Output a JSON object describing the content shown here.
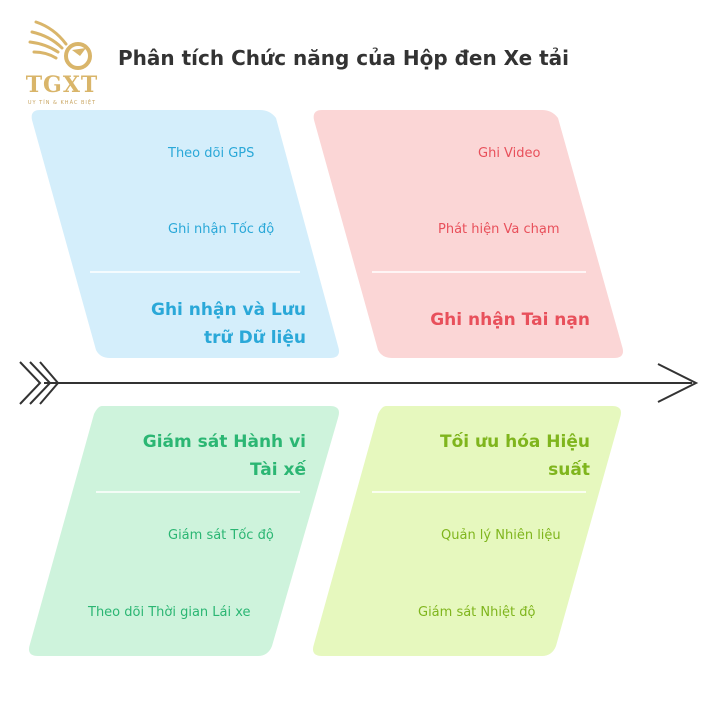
{
  "logo": {
    "text": "TGXT",
    "tagline": "UY TÍN & KHÁC BIỆT"
  },
  "title": "Phân tích Chức năng của Hộp đen Xe tải",
  "categories": {
    "data": {
      "heading": "Ghi nhận và Lưu trữ Dữ liệu",
      "items": [
        "Theo dõi GPS",
        "Ghi nhận Tốc độ"
      ],
      "fill": "#d4eefb",
      "text_color": "#2aa8d8"
    },
    "accident": {
      "heading": "Ghi nhận Tai nạn",
      "items": [
        "Ghi Video",
        "Phát hiện Va chạm"
      ],
      "fill": "#fbd6d6",
      "text_color": "#e8505b"
    },
    "driver": {
      "heading": "Giám sát Hành vi Tài xế",
      "items": [
        "Giám sát Tốc độ",
        "Theo dõi Thời gian Lái xe"
      ],
      "fill": "#cef3dc",
      "text_color": "#2bb673"
    },
    "performance": {
      "heading": "Tối ưu hóa Hiệu suất",
      "items": [
        "Quản lý Nhiên liệu",
        "Giám sát Nhiệt độ"
      ],
      "fill": "#e6f8be",
      "text_color": "#7fb51d"
    }
  },
  "spine_color": "#333333"
}
